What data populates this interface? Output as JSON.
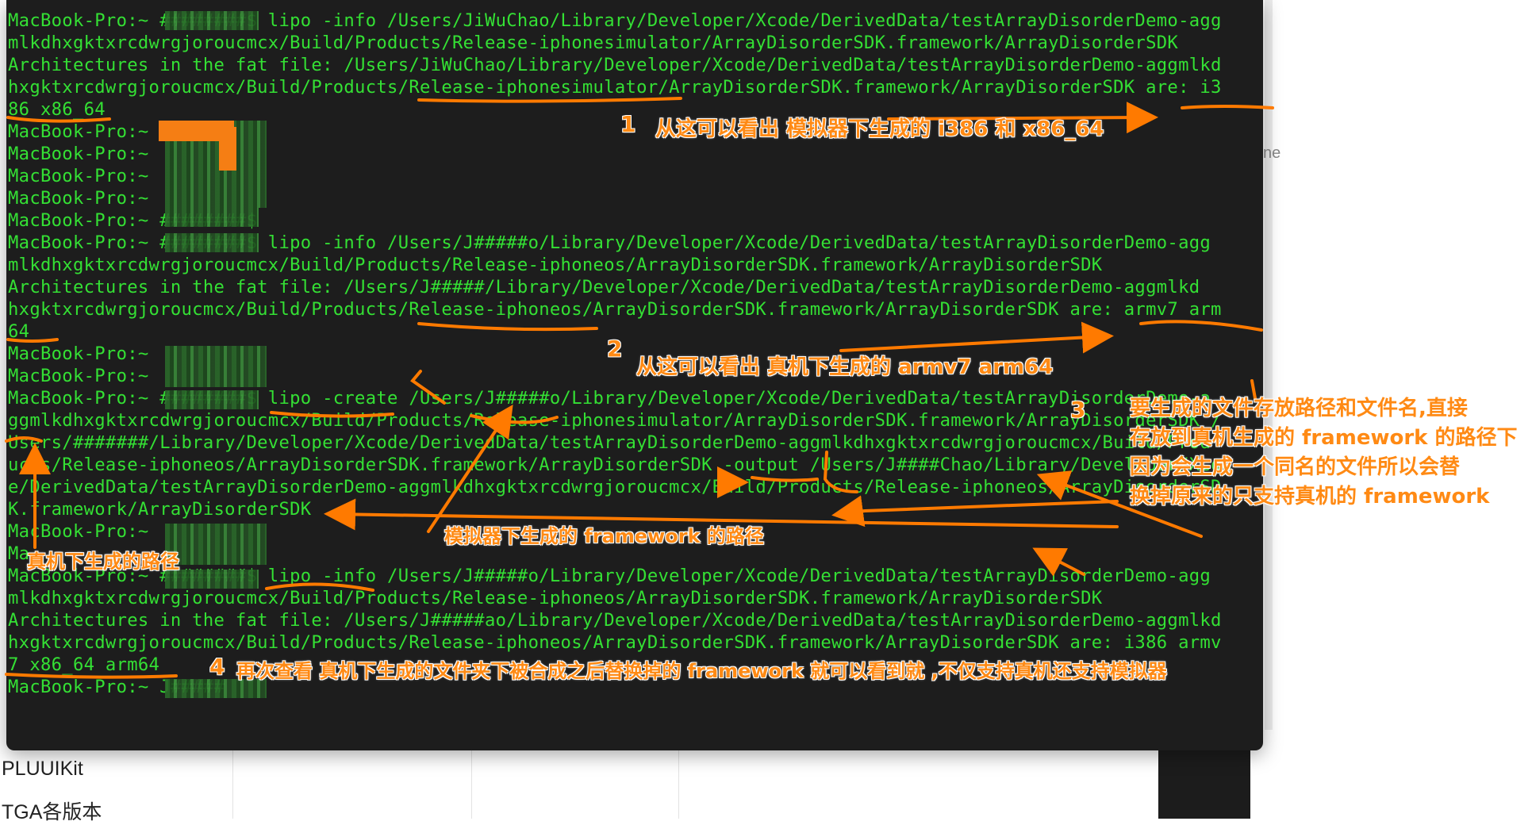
{
  "background": {
    "sidebar_items": [
      "PLUUIKit",
      "TGA各版本"
    ],
    "cut_off_text": "ne"
  },
  "terminal": {
    "lines": [
      "MacBook-Pro:~ ########$ lipo -info /Users/JiWuChao/Library/Developer/Xcode/DerivedData/testArrayDisorderDemo-agg",
      "mlkdhxgktxrcdwrgjoroucmcx/Build/Products/Release-iphonesimulator/ArrayDisorderSDK.framework/ArrayDisorderSDK",
      "Architectures in the fat file: /Users/JiWuChao/Library/Developer/Xcode/DerivedData/testArrayDisorderDemo-aggmlkd",
      "hxgktxrcdwrgjoroucmcx/Build/Products/Release-iphonesimulator/ArrayDisorderSDK.framework/ArrayDisorderSDK are: i3",
      "86 x86_64",
      "MacBook-Pro:~",
      "MacBook-Pro:~",
      "MacBook-Pro:~",
      "MacBook-Pro:~",
      "MacBook-Pro:~ ########$",
      "MacBook-Pro:~ ########$ lipo -info /Users/J#####o/Library/Developer/Xcode/DerivedData/testArrayDisorderDemo-agg",
      "mlkdhxgktxrcdwrgjoroucmcx/Build/Products/Release-iphoneos/ArrayDisorderSDK.framework/ArrayDisorderSDK",
      "Architectures in the fat file: /Users/J#####/Library/Developer/Xcode/DerivedData/testArrayDisorderDemo-aggmlkd",
      "hxgktxrcdwrgjoroucmcx/Build/Products/Release-iphoneos/ArrayDisorderSDK.framework/ArrayDisorderSDK are: armv7 arm",
      "64",
      "MacBook-Pro:~",
      "MacBook-Pro:~",
      "MacBook-Pro:~ ########$ lipo -create /Users/J#####o/Library/Developer/Xcode/DerivedData/testArrayDisorderDemo-a",
      "ggmlkdhxgktxrcdwrgjoroucmcx/Build/Products/Release-iphonesimulator/ArrayDisorderSDK.framework/ArrayDisorderSDK /",
      "Users/#######/Library/Developer/Xcode/DerivedData/testArrayDisorderDemo-aggmlkdhxgktxrcdwrgjoroucmcx/Build/Prod",
      "ucts/Release-iphoneos/ArrayDisorderSDK.framework/ArrayDisorderSDK -output /Users/J####Chao/Library/Developer/Xcod",
      "e/DerivedData/testArrayDisorderDemo-aggmlkdhxgktxrcdwrgjoroucmcx/Build/Products/Release-iphoneos/ArrayDisorderSD",
      "K.framework/ArrayDisorderSDK",
      "MacBook-Pro:~",
      "Ma",
      "MacBook-Pro:~ ########$ lipo -info /Users/J#####o/Library/Developer/Xcode/DerivedData/testArrayDisorderDemo-agg",
      "mlkdhxgktxrcdwrgjoroucmcx/Build/Products/Release-iphoneos/ArrayDisorderSDK.framework/ArrayDisorderSDK",
      "Architectures in the fat file: /Users/J#####ao/Library/Developer/Xcode/DerivedData/testArrayDisorderDemo-aggmlkd",
      "hxgktxrcdwrgjoroucmcx/Build/Products/Release-iphoneos/ArrayDisorderSDK.framework/ArrayDisorderSDK are: i386 armv",
      "7 x86_64 arm64",
      "MacBook-Pro:~ J#####"
    ]
  },
  "annotations": {
    "step1_number": "1",
    "step1_text": "从这可以看出 模拟器下生成的 i386 和 x86_64",
    "step2_number": "2",
    "step2_text": "从这可以看出 真机下生成的 armv7 arm64",
    "step3_number": "3",
    "step3_lines": [
      "要生成的文件存放路径和文件名,直接",
      "存放到真机生成的 framework 的路径下",
      "因为会生成一个同名的文件所以会替",
      "换掉原来的只支持真机的 framework"
    ],
    "simulator_path_label": "模拟器下生成的 framework 的路径",
    "device_path_label": "真机下生成的路径",
    "step4_number": "4",
    "step4_text": "再次查看 真机下生成的文件夹下被合成之后替换掉的 framework 就可以看到就 ,不仅支持真机还支持模拟器"
  },
  "colors": {
    "terminal_bg": "#1d1d1d",
    "terminal_text": "#34e034",
    "annotation": "#ff8a14",
    "arrow": "#ff7a00"
  }
}
